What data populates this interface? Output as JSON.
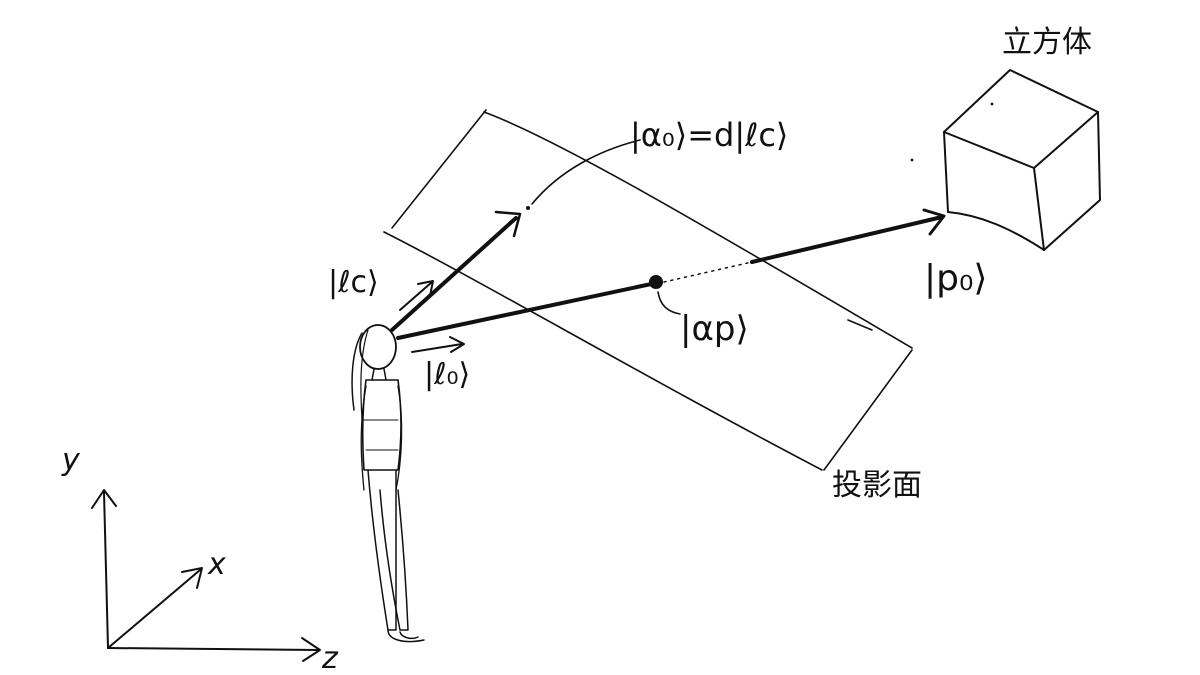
{
  "labels": {
    "cube": "立方体",
    "projection_plane": "投影面",
    "axis_x": "x",
    "axis_y": "y",
    "axis_z": "z",
    "vec_lc": "|ℓc⟩",
    "vec_l0": "|ℓ₀⟩",
    "vec_alpha0": "|α₀⟩=d|ℓc⟩",
    "vec_alphap": "|αp⟩",
    "vec_p0": "|p₀⟩"
  },
  "colors": {
    "ink": "#111111",
    "background": "#ffffff"
  }
}
